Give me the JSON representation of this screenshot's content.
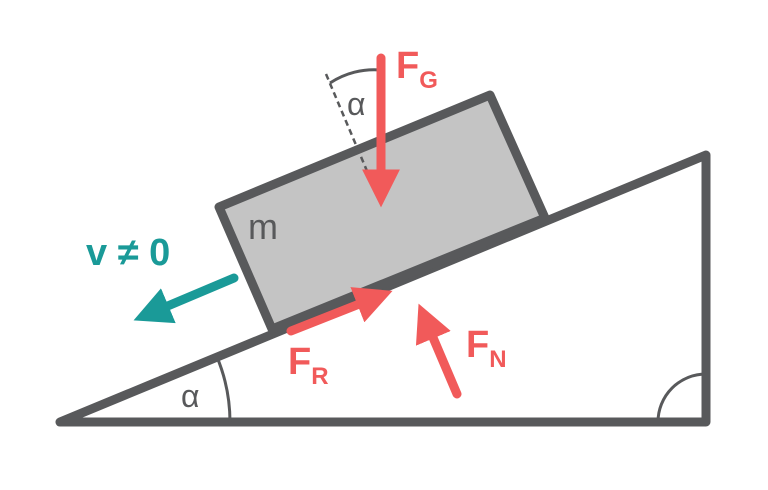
{
  "colors": {
    "outline": "#58595b",
    "block_fill": "#c4c4c4",
    "force": "#f15a5a",
    "velocity": "#1a9a98",
    "background": "#ffffff"
  },
  "labels": {
    "mass": "m",
    "angle_incline": "α",
    "angle_gravity": "α",
    "velocity": "v ≠ 0",
    "gravity_main": "F",
    "gravity_sub": "G",
    "friction_main": "F",
    "friction_sub": "R",
    "normal_main": "F",
    "normal_sub": "N"
  }
}
